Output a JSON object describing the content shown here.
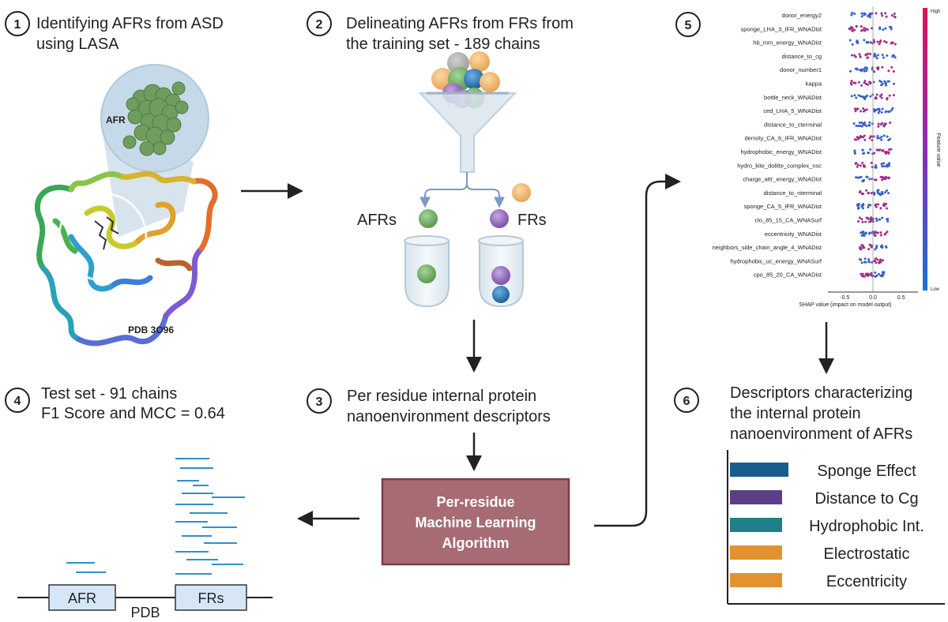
{
  "steps": [
    {
      "number": "1",
      "line1": "Identifying AFRs from ASD",
      "line2": "using LASA"
    },
    {
      "number": "2",
      "line1": "Delineating AFRs from FRs from",
      "line2": "the training set - 189 chains"
    },
    {
      "number": "3",
      "line1": "Per residue internal protein",
      "line2": "nanoenvironment descriptors"
    },
    {
      "number": "4",
      "line1": "Test set - 91 chains",
      "line2": "F1 Score and MCC = 0.64"
    },
    {
      "number": "5"
    },
    {
      "number": "6",
      "line1": "Descriptors characterizing",
      "line2": "the internal protein",
      "line3": "nanoenvironment of AFRs"
    }
  ],
  "protein": {
    "zoom_label": "AFR",
    "pdb_label": "PDB 3O96"
  },
  "funnel": {
    "afr_label": "AFRs",
    "fr_label": "FRs"
  },
  "ml_box": {
    "line1": "Per-residue",
    "line2": "Machine Learning",
    "line3": "Algorithm"
  },
  "test_panel": {
    "afr_box": "AFR",
    "fr_box": "FRs",
    "pdb_label": "PDB"
  },
  "shap": {
    "features": [
      "donor_energy2",
      "sponge_LHA_3_IFR_WNADist",
      "hb_mm_energy_WNADist",
      "distance_to_cg",
      "donor_number1",
      "kappa",
      "bottle_neck_WNADist",
      "ced_LHA_5_WNADist",
      "distance_to_cterminal",
      "density_CA_6_IFR_WNADist",
      "hydrophobic_energy_WNADist",
      "hydro_kite_dolitte_complex_nsc",
      "charge_attr_energy_WNADist",
      "distance_to_nterminal",
      "sponge_CA_5_IFR_WNADist",
      "clo_85_15_CA_WNASurf",
      "eccentricity_WNADist",
      "neighbors_side_chain_angle_4_WNADist",
      "hydrophobic_uc_energy_WNASurf",
      "cpo_85_20_CA_WNADist"
    ],
    "xlim": [
      -0.8,
      0.8
    ],
    "ticks": [
      "-0.5",
      "0.0",
      "0.5"
    ],
    "xlabel": "SHAP value (impact on model output)",
    "colorbar_label": "Feature value",
    "colorbar_high": "High",
    "colorbar_low": "Low",
    "high_color": "#e0115f",
    "low_color": "#1a6fd8"
  },
  "descriptors": [
    {
      "label": "Sponge Effect",
      "color": "#175e8c"
    },
    {
      "label": "Distance to Cg",
      "color": "#5b3f86"
    },
    {
      "label": "Hydrophobic Int.",
      "color": "#1e8088"
    },
    {
      "label": "Electrostatic",
      "color": "#e39230"
    },
    {
      "label": "Eccentricity",
      "color": "#e39230"
    }
  ],
  "colors": {
    "ml_box_fill": "#a76b74",
    "ml_box_stroke": "#7b3e48",
    "test_line": "#2f8fcc",
    "afr_green": "#6aaa5f",
    "fr_purple": "#8a60b5"
  }
}
